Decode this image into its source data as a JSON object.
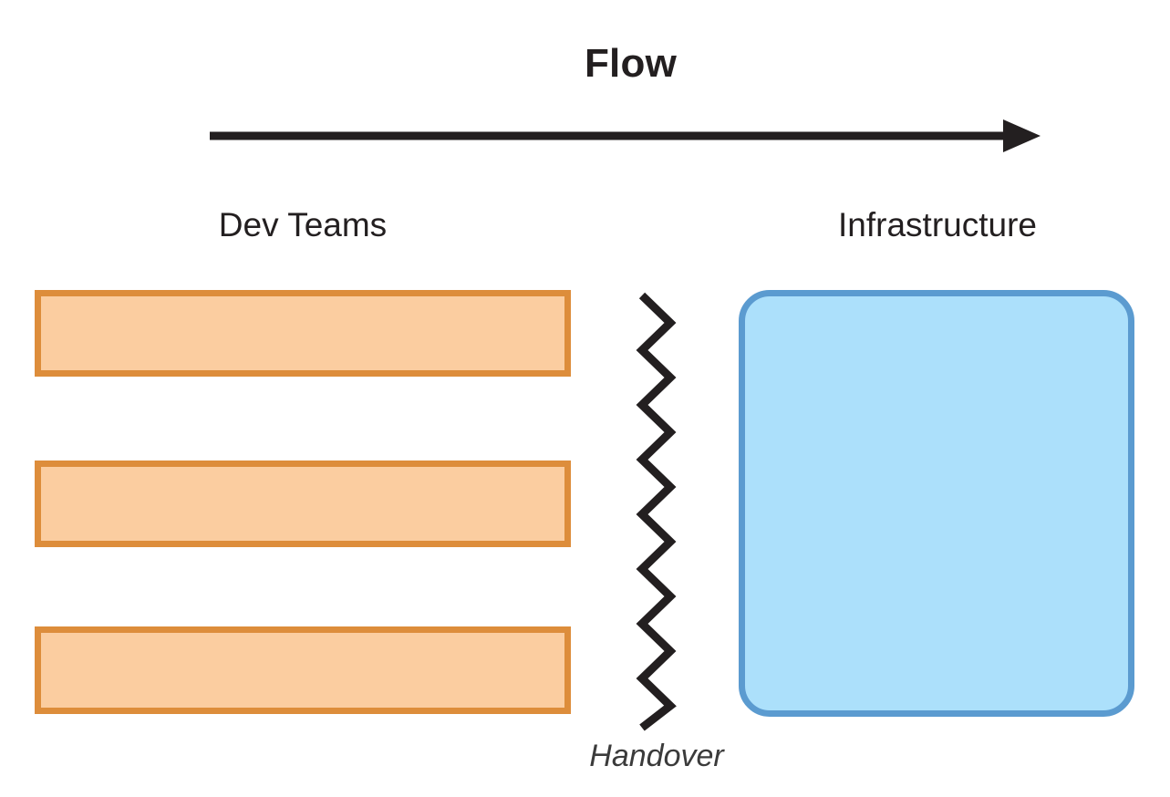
{
  "diagram": {
    "title": "Flow",
    "type": "handover-flow-diagram",
    "colors": {
      "team_fill": "#fbcda0",
      "team_border": "#dd8d3b",
      "infra_fill": "#ace0fb",
      "infra_border": "#5b9bd0",
      "arrow": "#231f20",
      "zigzag": "#231f20",
      "text": "#231f20",
      "handover_text": "#3b3b3b",
      "background": "#ffffff"
    },
    "flow_arrow": {
      "name": "flow-arrow",
      "direction": "left-to-right",
      "label": "Flow"
    },
    "columns": [
      {
        "id": "dev-teams",
        "label": "Dev Teams"
      },
      {
        "id": "infrastructure",
        "label": "Infrastructure"
      }
    ],
    "dev_teams": {
      "label": "Dev Teams",
      "bars": [
        {
          "id": "dev-team-bar-1",
          "label": ""
        },
        {
          "id": "dev-team-bar-2",
          "label": ""
        },
        {
          "id": "dev-team-bar-3",
          "label": ""
        }
      ]
    },
    "handover": {
      "label": "Handover",
      "icon": "zigzag-divider-icon",
      "style": "italic"
    },
    "infrastructure": {
      "label": "Infrastructure",
      "shape": "rounded-rectangle",
      "content": ""
    }
  },
  "chart_data": {
    "type": "diagram",
    "title": "Flow",
    "nodes": [
      {
        "id": "dev-team-1",
        "group": "Dev Teams",
        "shape": "rectangle",
        "fill": "#fbcda0",
        "stroke": "#dd8d3b",
        "label": ""
      },
      {
        "id": "dev-team-2",
        "group": "Dev Teams",
        "shape": "rectangle",
        "fill": "#fbcda0",
        "stroke": "#dd8d3b",
        "label": ""
      },
      {
        "id": "dev-team-3",
        "group": "Dev Teams",
        "shape": "rectangle",
        "fill": "#fbcda0",
        "stroke": "#dd8d3b",
        "label": ""
      },
      {
        "id": "infrastructure",
        "group": "Infrastructure",
        "shape": "rounded-rectangle",
        "fill": "#ace0fb",
        "stroke": "#5b9bd0",
        "label": ""
      }
    ],
    "separators": [
      {
        "id": "handover-boundary",
        "label": "Handover",
        "style": "zigzag"
      }
    ],
    "annotations": [
      {
        "id": "flow-direction",
        "label": "Flow",
        "style": "arrow-right"
      }
    ]
  }
}
